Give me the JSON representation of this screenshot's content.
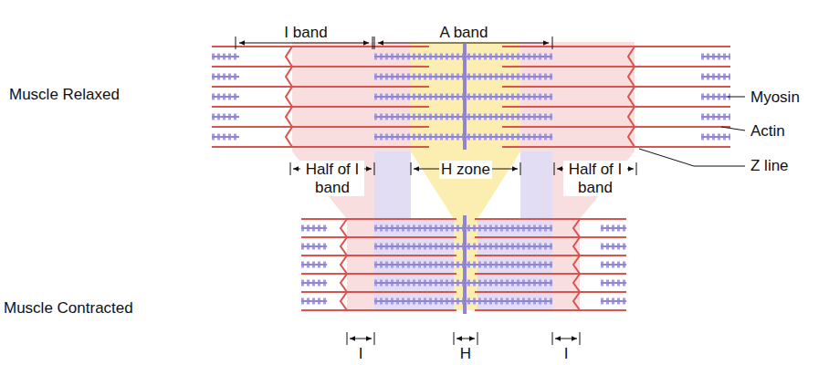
{
  "diagram": {
    "labels": [
      "I band",
      "A band",
      "Muscle Relaxed",
      "Myosin",
      "Actin",
      "Z line",
      "Half of I band",
      "H zone",
      "Half of I band",
      "Muscle Contracted",
      "I",
      "H",
      "I"
    ]
  }
}
